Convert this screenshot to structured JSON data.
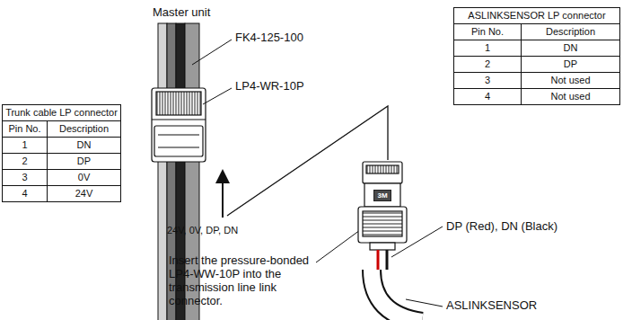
{
  "diagram": {
    "nodes": [
      {
        "text": [
          "3M"
        ]
      }
    ],
    "labels": [
      "Master unit",
      "FK4-125-100",
      "LP4-WR-10P",
      "Trunk cable LP connector",
      "Pin No.",
      "Description",
      "1",
      "DN",
      "2",
      "DP",
      "3",
      "0V",
      "4",
      "24V",
      "ASLINKSENSOR LP connector",
      "Pin No.",
      "Description",
      "1",
      "DN",
      "2",
      "DP",
      "3",
      "Not used",
      "4",
      "Not used",
      "24V, 0V, DP, DN",
      "DP (Red), DN (Black)",
      "Insert the pressure-bonded LP4-WW-10P into the transmission line link connector.",
      "ASLINKSENSOR"
    ]
  }
}
